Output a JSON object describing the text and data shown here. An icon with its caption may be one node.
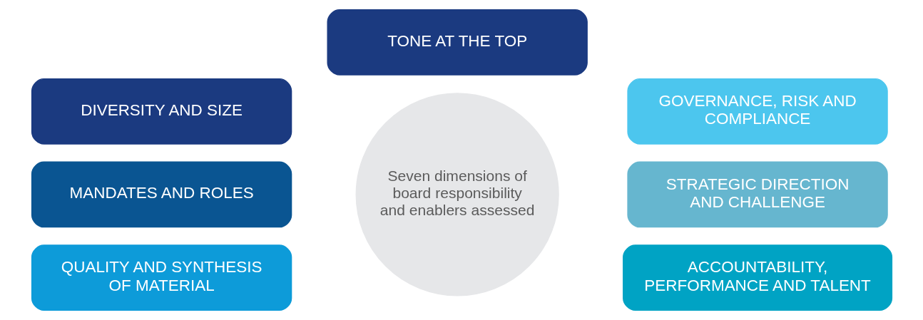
{
  "diagram": {
    "nodes": [
      {
        "text": [
          "TONE AT THE TOP"
        ]
      },
      {
        "text": [
          "DIVERSITY AND SIZE"
        ]
      },
      {
        "text": [
          "GOVERNANCE, RISK AND COMPLIANCE"
        ]
      },
      {
        "text": [
          "MANDATES AND ROLES"
        ]
      },
      {
        "text": [
          "Seven dimensions of board responsibility and enablers assessed"
        ]
      },
      {
        "text": [
          "STRATEGIC DIRECTION AND CHALLENGE"
        ]
      },
      {
        "text": [
          "QUALITY AND SYNTHESIS OF MATERIAL"
        ]
      },
      {
        "text": [
          "ACCOUNTABILITY, PERFORMANCE AND TALENT"
        ]
      }
    ]
  }
}
